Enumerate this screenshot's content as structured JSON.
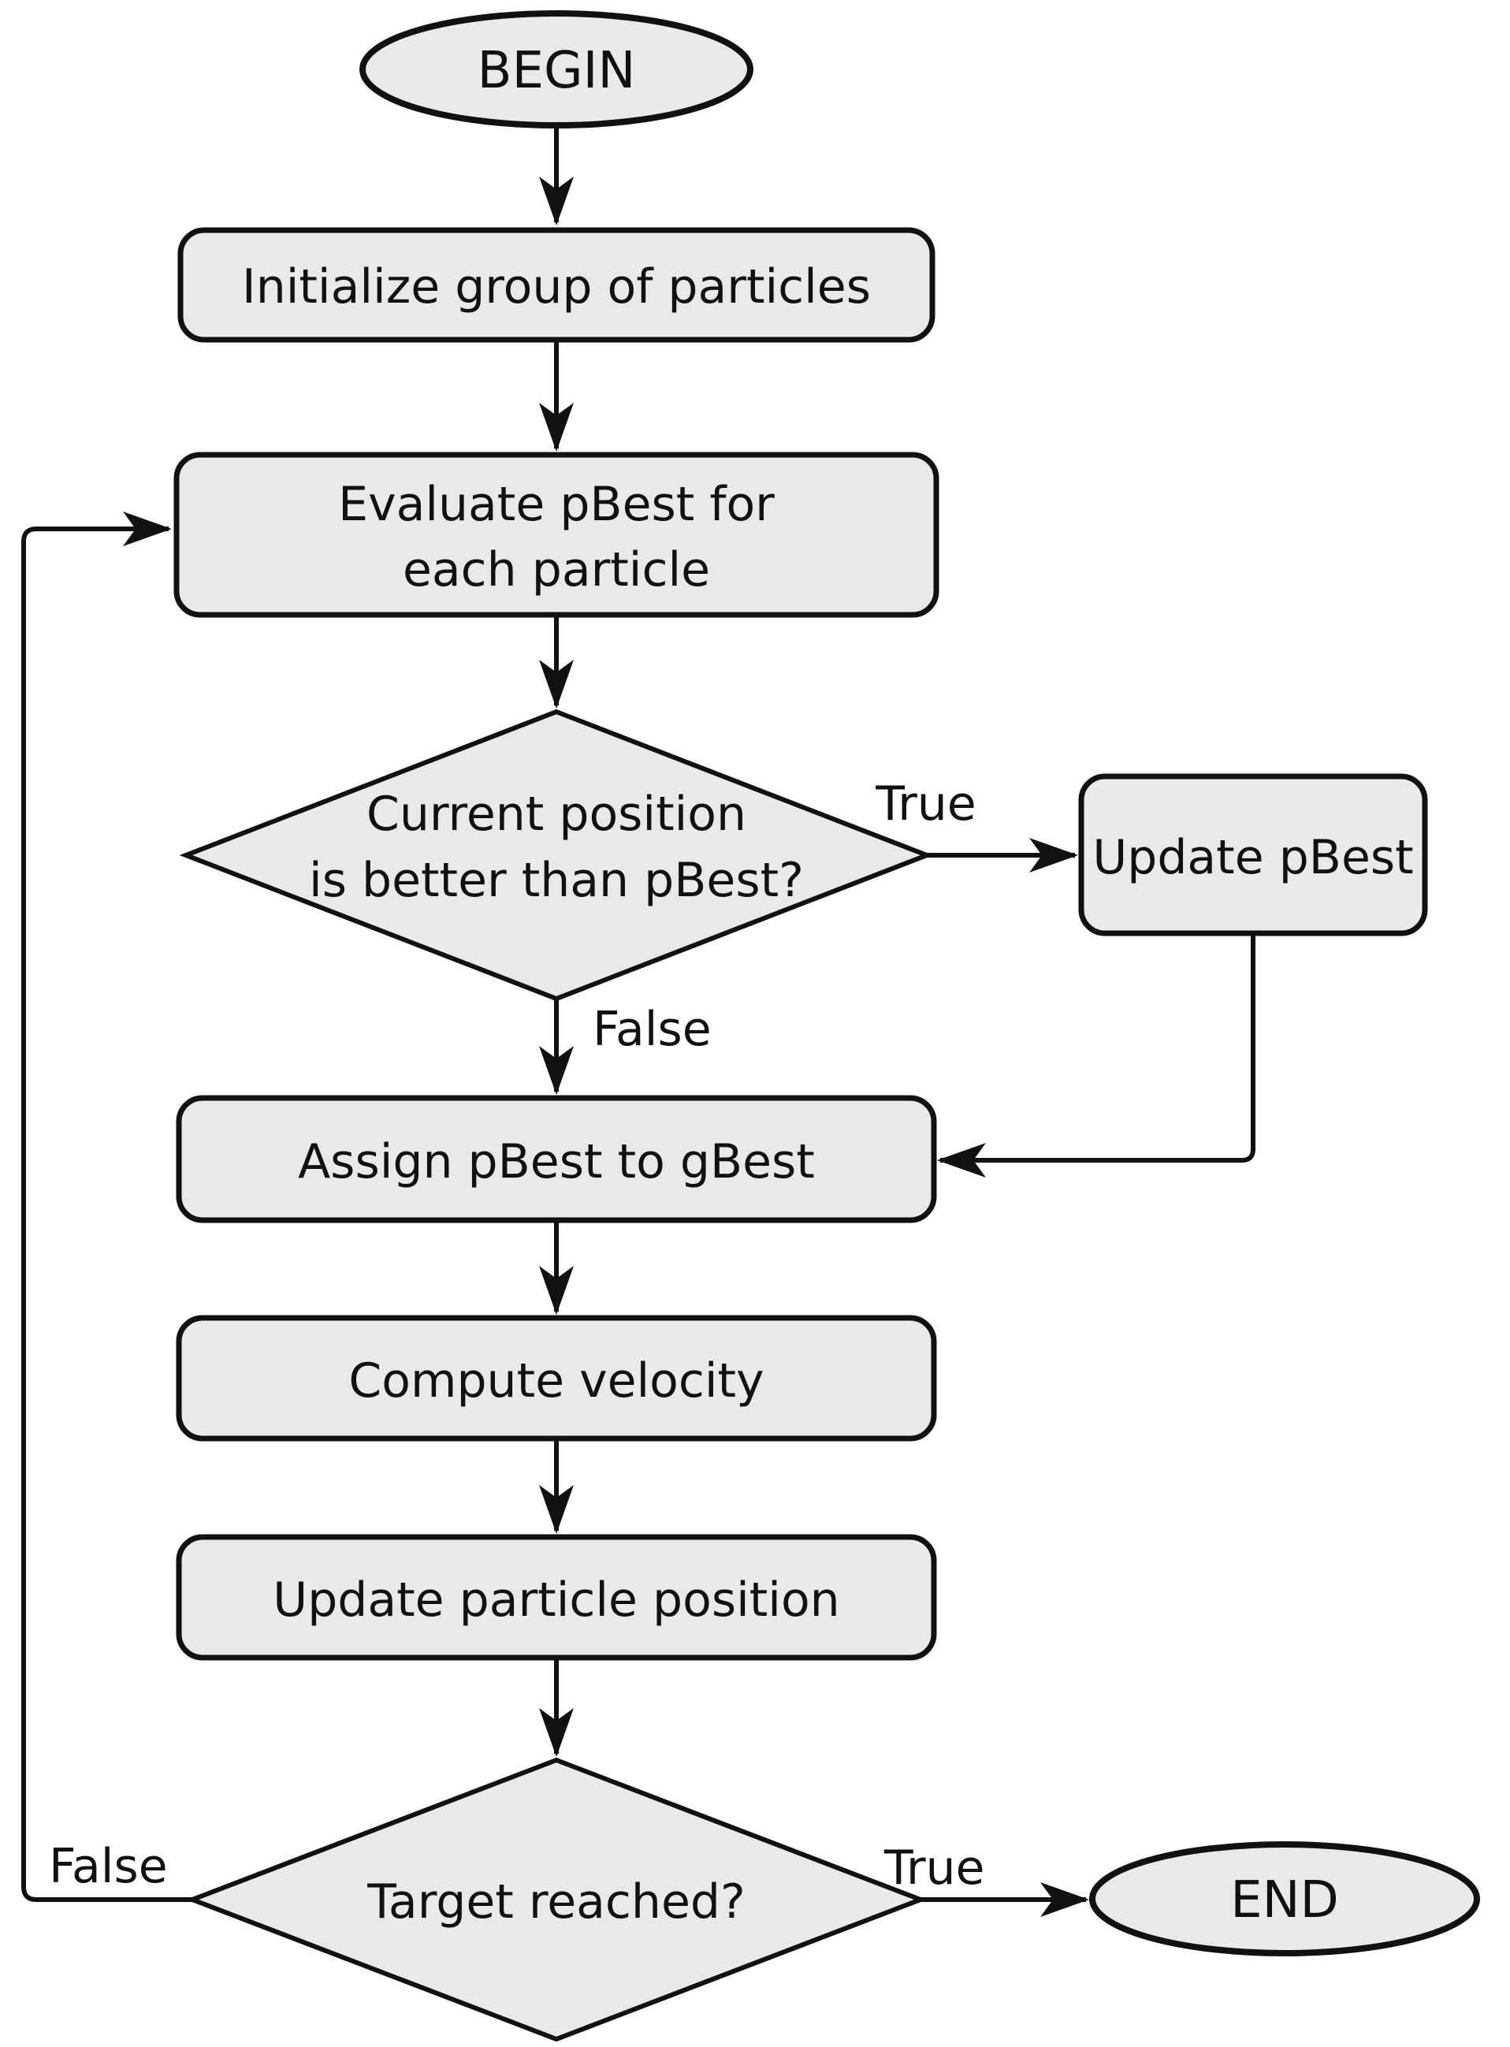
{
  "colors": {
    "node_fill": "#e9e9e9",
    "stroke": "#111111",
    "text": "#111111",
    "background": "#ffffff"
  },
  "nodes": {
    "begin": {
      "label": "BEGIN"
    },
    "initialize": {
      "label": "Initialize group of particles"
    },
    "evaluate": {
      "line1": "Evaluate pBest for",
      "line2": "each particle"
    },
    "decision_pbest": {
      "line1": "Current position",
      "line2": "is better than pBest?",
      "true_label": "True",
      "false_label": "False"
    },
    "update_pbest": {
      "label": "Update pBest"
    },
    "assign_gbest": {
      "label": "Assign pBest to gBest"
    },
    "compute_velocity": {
      "label": "Compute velocity"
    },
    "update_position": {
      "label": "Update particle position"
    },
    "decision_target": {
      "label": "Target reached?",
      "true_label": "True",
      "false_label": "False"
    },
    "end": {
      "label": "END"
    }
  }
}
